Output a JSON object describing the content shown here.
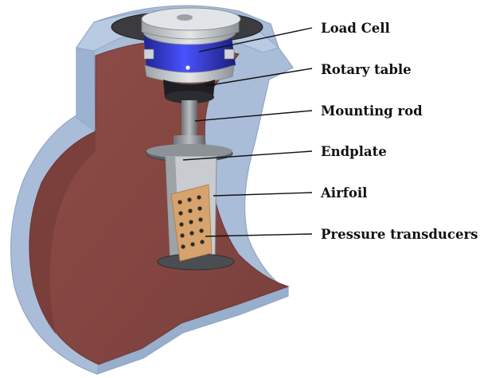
{
  "labels": {
    "load_cell": "Load Cell",
    "rotary_table": "Rotary table",
    "mounting_rod": "Mounting rod",
    "endplate": "Endplate",
    "airfoil": "Airfoil",
    "pressure_transducers": "Pressure transducers"
  },
  "colors": {
    "shell": "#a9bdd9",
    "shell_edge": "#8fa6c6",
    "interior": "#8a4a45",
    "interior_dark": "#6f3834",
    "load_cell_blue": "#3a3fd6",
    "metal_light": "#d9dcdf",
    "metal_dark": "#2a2a2e",
    "transducer_pad": "#d5a36b",
    "leader_line": "#111111"
  }
}
